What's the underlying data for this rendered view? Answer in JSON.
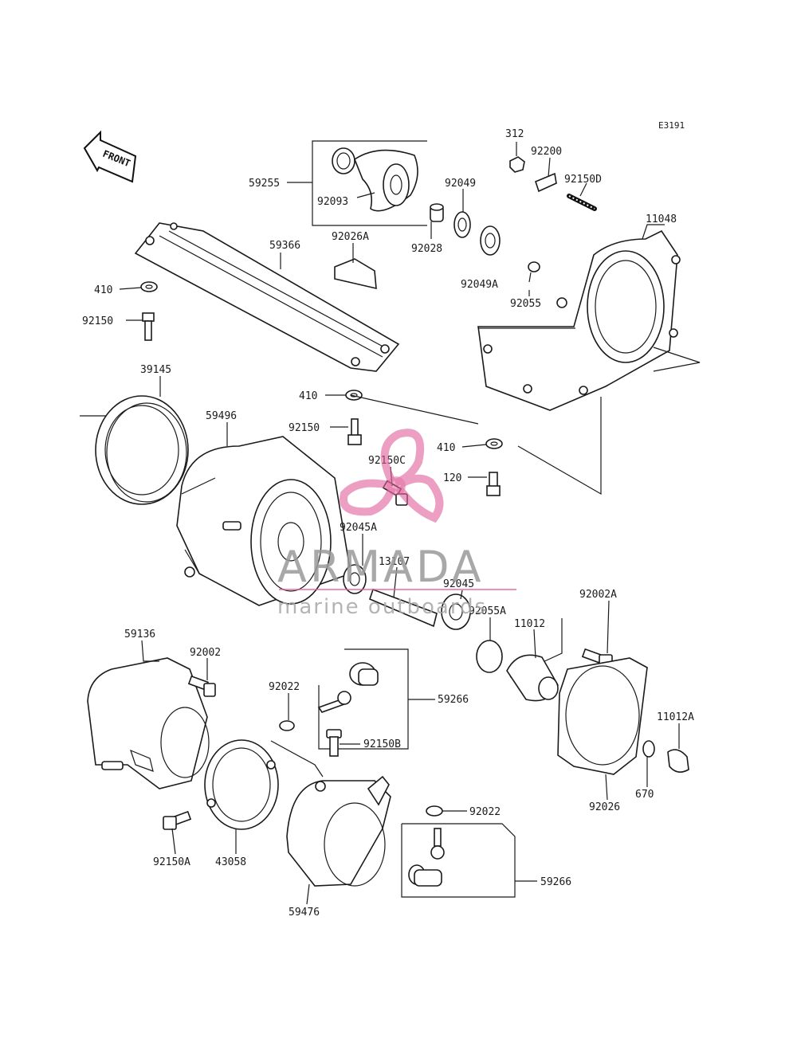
{
  "figure_code": "E3191",
  "front_label": "FRONT",
  "watermark": {
    "title": "ARMADA",
    "subtitle": "marine outboards",
    "logo_icon": "propeller-logo-icon",
    "color": "#e0609a"
  },
  "parts": [
    {
      "id": "p312",
      "label": "312"
    },
    {
      "id": "p92200",
      "label": "92200"
    },
    {
      "id": "p92150D",
      "label": "92150D"
    },
    {
      "id": "p11048",
      "label": "11048"
    },
    {
      "id": "p59255",
      "label": "59255"
    },
    {
      "id": "p92093",
      "label": "92093"
    },
    {
      "id": "p92049",
      "label": "92049"
    },
    {
      "id": "p92028",
      "label": "92028"
    },
    {
      "id": "p59366",
      "label": "59366"
    },
    {
      "id": "p92026A",
      "label": "92026A"
    },
    {
      "id": "p92049A",
      "label": "92049A"
    },
    {
      "id": "p92055",
      "label": "92055"
    },
    {
      "id": "p410a",
      "label": "410"
    },
    {
      "id": "p92150a",
      "label": "92150"
    },
    {
      "id": "p39145",
      "label": "39145"
    },
    {
      "id": "p410b",
      "label": "410"
    },
    {
      "id": "p59496",
      "label": "59496"
    },
    {
      "id": "p92150b",
      "label": "92150"
    },
    {
      "id": "p410c",
      "label": "410"
    },
    {
      "id": "p92150C",
      "label": "92150C"
    },
    {
      "id": "p120",
      "label": "120"
    },
    {
      "id": "p92045A",
      "label": "92045A"
    },
    {
      "id": "p13107",
      "label": "13107"
    },
    {
      "id": "p92045",
      "label": "92045"
    },
    {
      "id": "p92055A",
      "label": "92055A"
    },
    {
      "id": "p92002A",
      "label": "92002A"
    },
    {
      "id": "p11012",
      "label": "11012"
    },
    {
      "id": "p59136",
      "label": "59136"
    },
    {
      "id": "p92002",
      "label": "92002"
    },
    {
      "id": "p92022a",
      "label": "92022"
    },
    {
      "id": "p59266a",
      "label": "59266"
    },
    {
      "id": "p92150B",
      "label": "92150B"
    },
    {
      "id": "p11012A",
      "label": "11012A"
    },
    {
      "id": "p92022b",
      "label": "92022"
    },
    {
      "id": "p92026",
      "label": "92026"
    },
    {
      "id": "p670",
      "label": "670"
    },
    {
      "id": "p92150A",
      "label": "92150A"
    },
    {
      "id": "p43058",
      "label": "43058"
    },
    {
      "id": "p59266b",
      "label": "59266"
    },
    {
      "id": "p59476",
      "label": "59476"
    }
  ]
}
